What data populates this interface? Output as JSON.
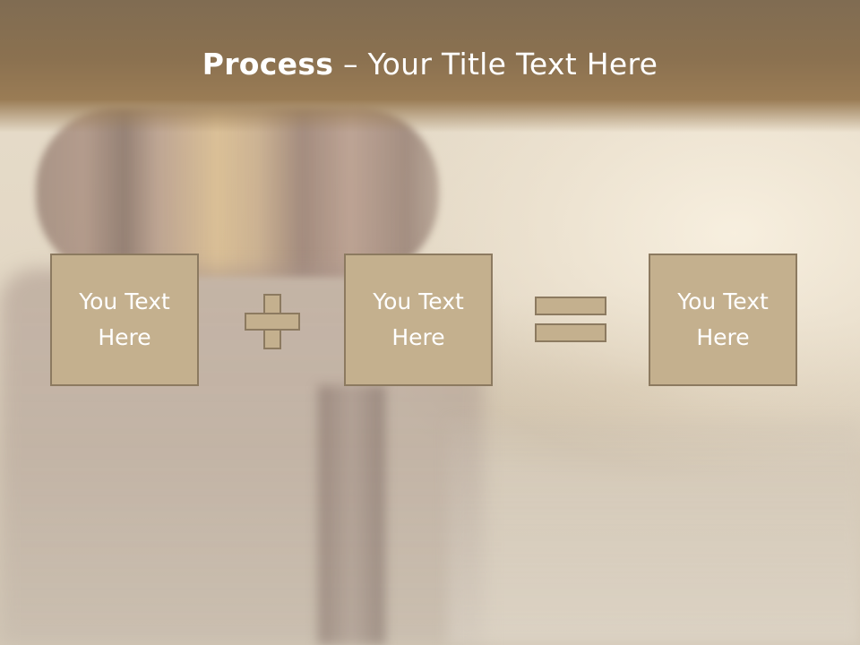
{
  "slide": {
    "title_bold": "Process",
    "title_rest": " – Your Title Text Here",
    "boxes": [
      {
        "line1": "You Text",
        "line2": "Here"
      },
      {
        "line1": "You Text",
        "line2": "Here"
      },
      {
        "line1": "You Text",
        "line2": "Here"
      }
    ],
    "operators": [
      "plus-icon",
      "equals-icon"
    ]
  },
  "colors": {
    "header": "#8b7150",
    "box_fill": "#c4b08e",
    "box_border": "#8c7a60",
    "text": "#ffffff"
  }
}
